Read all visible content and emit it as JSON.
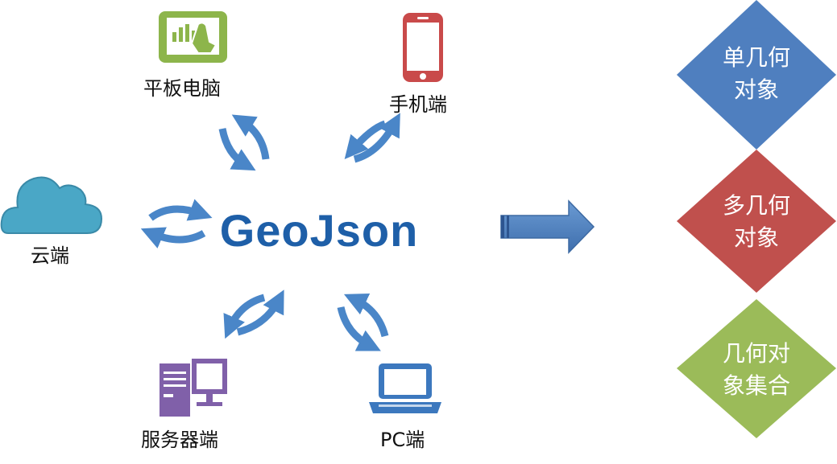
{
  "center": {
    "title": "GeoJson"
  },
  "devices": {
    "tablet": {
      "label": "平板电脑",
      "icon": "tablet-icon",
      "color": "#8db54b"
    },
    "mobile": {
      "label": "手机端",
      "icon": "mobile-phone-icon",
      "color": "#c94a4a"
    },
    "cloud": {
      "label": "云端",
      "icon": "cloud-icon",
      "color": "#4aa7c6"
    },
    "server": {
      "label": "服务器端",
      "icon": "server-computer-icon",
      "color": "#8060a9"
    },
    "pc": {
      "label": "PC端",
      "icon": "laptop-icon",
      "color": "#3c78be"
    }
  },
  "result_types": [
    {
      "line1": "单几何",
      "line2": "对象",
      "color": "#4f7fbf"
    },
    {
      "line1": "多几何",
      "line2": "对象",
      "color": "#c0504d"
    },
    {
      "line1": "几何对",
      "line2": "象集合",
      "color": "#9bbb59"
    }
  ],
  "colors": {
    "sync_arrow": "#4a86c8",
    "big_arrow": "#4f81bd",
    "title": "#1e5fa8"
  }
}
